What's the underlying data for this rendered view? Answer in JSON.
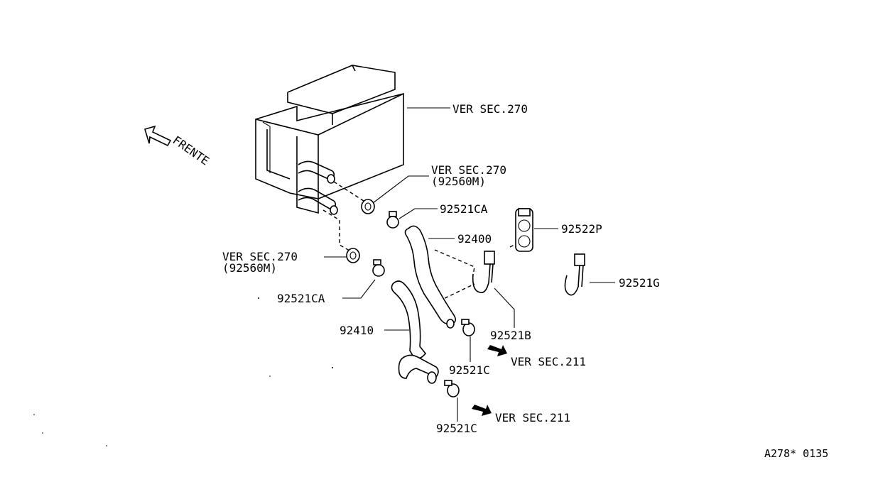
{
  "labels": {
    "ver_sec_270_top": "VER SEC.270",
    "ver_sec_270_mid": "VER SEC.270",
    "part_92560m_mid": "(92560M)",
    "ver_sec_270_left": "VER SEC.270",
    "part_92560m_left": "(92560M)",
    "part_92521ca_top": "92521CA",
    "part_92521ca_left": "92521CA",
    "part_92400": "92400",
    "part_92522p": "92522P",
    "part_92521g": "92521G",
    "part_92521b": "92521B",
    "part_92410": "92410",
    "part_92521c_upper": "92521C",
    "part_92521c_lower": "92521C",
    "ver_sec_211_upper": "VER SEC.211",
    "ver_sec_211_lower": "VER SEC.211",
    "frente": "FRENTE",
    "figure_code": "A278* 0135"
  },
  "icons": {
    "front_arrow": "arrow-up-left-icon",
    "section_arrow": "solid-arrow-right-icon"
  }
}
